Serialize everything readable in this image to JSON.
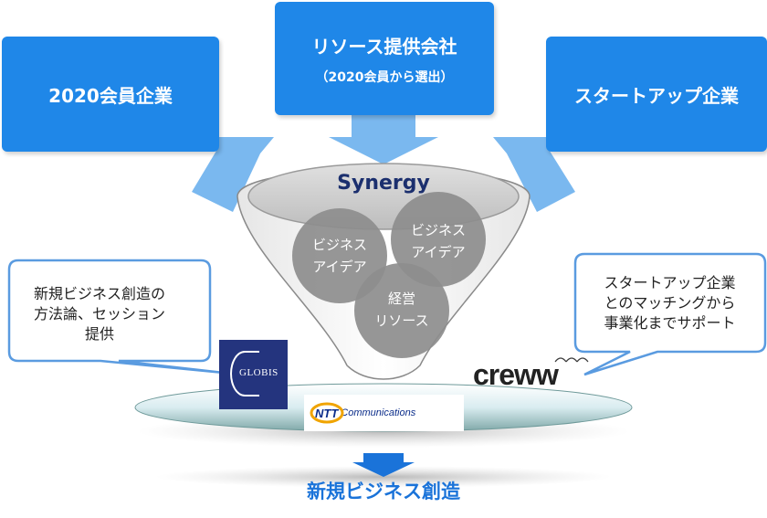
{
  "boxes": {
    "left": "2020会員企業",
    "top_title": "リソース提供会社",
    "top_sub": "（2020会員から選出）",
    "right": "スタートアップ企業"
  },
  "funnel": {
    "label": "Synergy",
    "circles": {
      "business_idea_left": [
        "ビジネス",
        "アイデア"
      ],
      "business_idea_right": [
        "ビジネス",
        "アイデア"
      ],
      "management_resources": [
        "経営",
        "リソース"
      ]
    }
  },
  "callouts": {
    "left": [
      "新規ビジネス創造の",
      "方法論、セッション",
      "提供"
    ],
    "right": [
      "スタートアップ企業",
      "とのマッチングから",
      "事業化までサポート"
    ]
  },
  "logos": {
    "globis": "GLOBIS",
    "ntt_brand": "NTT",
    "ntt_name": "Communications",
    "creww": "creww"
  },
  "output": "新規ビジネス創造",
  "colors": {
    "box_blue": "#1f87e8",
    "arrow_blue": "#7ab8ef",
    "circle_gray": "#8d8d8d",
    "title_blue": "#1a73d9"
  }
}
